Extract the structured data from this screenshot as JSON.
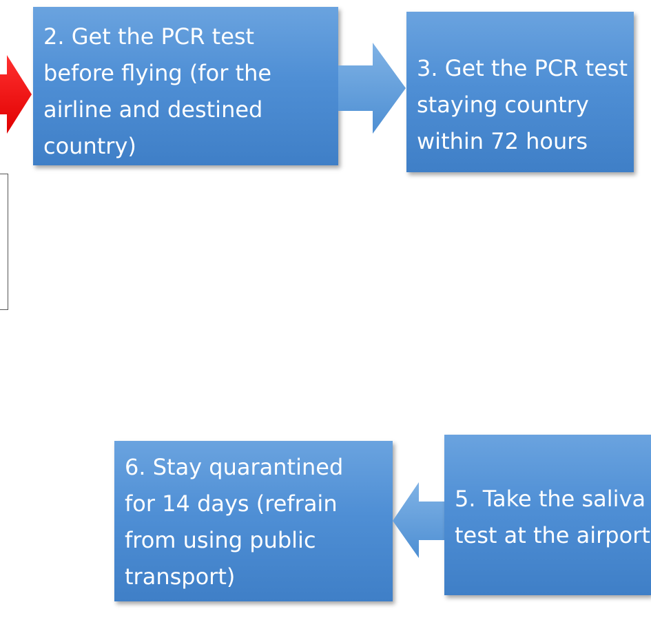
{
  "steps": {
    "step2": "2. Get the PCR test\nbefore flying (for the\nairline and destined\ncountry)",
    "step3": "3. Get the PCR test\nstaying country\nwithin 72 hours",
    "step5": "5. Take the saliva\ntest at the airport",
    "step6": "6. Stay quarantined\nfor 14 days (refrain\nfrom using public\ntransport)"
  },
  "colors": {
    "box_fill": "#4f8fd5",
    "arrow_blue": "#5b9bd5",
    "arrow_red": "#ff0000",
    "text": "#ffffff"
  }
}
